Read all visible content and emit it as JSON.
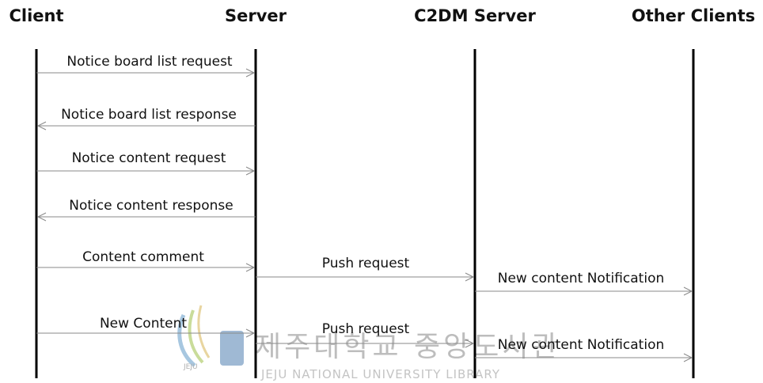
{
  "actors": [
    {
      "id": "client",
      "label": "Client"
    },
    {
      "id": "server",
      "label": "Server"
    },
    {
      "id": "c2dm",
      "label": "C2DM Server"
    },
    {
      "id": "others",
      "label": "Other Clients"
    }
  ],
  "messages": [
    {
      "from": "client",
      "to": "server",
      "label": "Notice board list request"
    },
    {
      "from": "server",
      "to": "client",
      "label": "Notice board list response"
    },
    {
      "from": "client",
      "to": "server",
      "label": "Notice content request"
    },
    {
      "from": "server",
      "to": "client",
      "label": "Notice content response"
    },
    {
      "from": "client",
      "to": "server",
      "label": "Content comment"
    },
    {
      "from": "server",
      "to": "c2dm",
      "label": "Push request"
    },
    {
      "from": "c2dm",
      "to": "others",
      "label": "New content Notification"
    },
    {
      "from": "client",
      "to": "server",
      "label": "New Content"
    },
    {
      "from": "server",
      "to": "c2dm",
      "label": "Push request"
    },
    {
      "from": "c2dm",
      "to": "others",
      "label": "New content Notification"
    }
  ],
  "watermark": {
    "korean": "제주대학교 중앙도서관",
    "english": "JEJU NATIONAL UNIVERSITY LIBRARY",
    "emblem_text": "JEJU"
  },
  "colors": {
    "lifeline": "#000000",
    "arrow": "#8a8a8a",
    "watermark": "#bdbdbd"
  }
}
